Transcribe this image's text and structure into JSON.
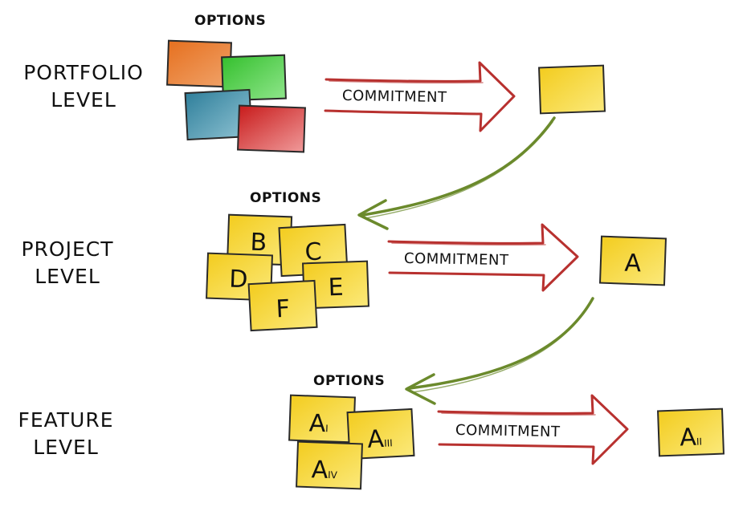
{
  "levels": [
    {
      "label_line1": "PORTFOLIO",
      "label_line2": "LEVEL",
      "options_label": "OPTIONS",
      "commitment_label": "COMMITMENT"
    },
    {
      "label_line1": "PROJECT",
      "label_line2": "LEVEL",
      "options_label": "OPTIONS",
      "commitment_label": "COMMITMENT"
    },
    {
      "label_line1": "FEATURE",
      "label_line2": "LEVEL",
      "options_label": "OPTIONS",
      "commitment_label": "COMMITMENT"
    }
  ],
  "project_options": [
    "B",
    "C",
    "D",
    "E",
    "F"
  ],
  "project_selected": "A",
  "feature_options": [
    {
      "letter": "A",
      "sub": "I"
    },
    {
      "letter": "A",
      "sub": "III"
    },
    {
      "letter": "A",
      "sub": "IV"
    }
  ],
  "feature_selected": {
    "letter": "A",
    "sub": "II"
  },
  "colors": {
    "note_yellow": "#f5d327",
    "note_orange": "#e8792e",
    "note_green": "#45c93c",
    "note_blue": "#3f8ea8",
    "note_red": "#cf2424",
    "commit_arrow": "#b8312f",
    "flow_arrow": "#6b8a2c"
  }
}
